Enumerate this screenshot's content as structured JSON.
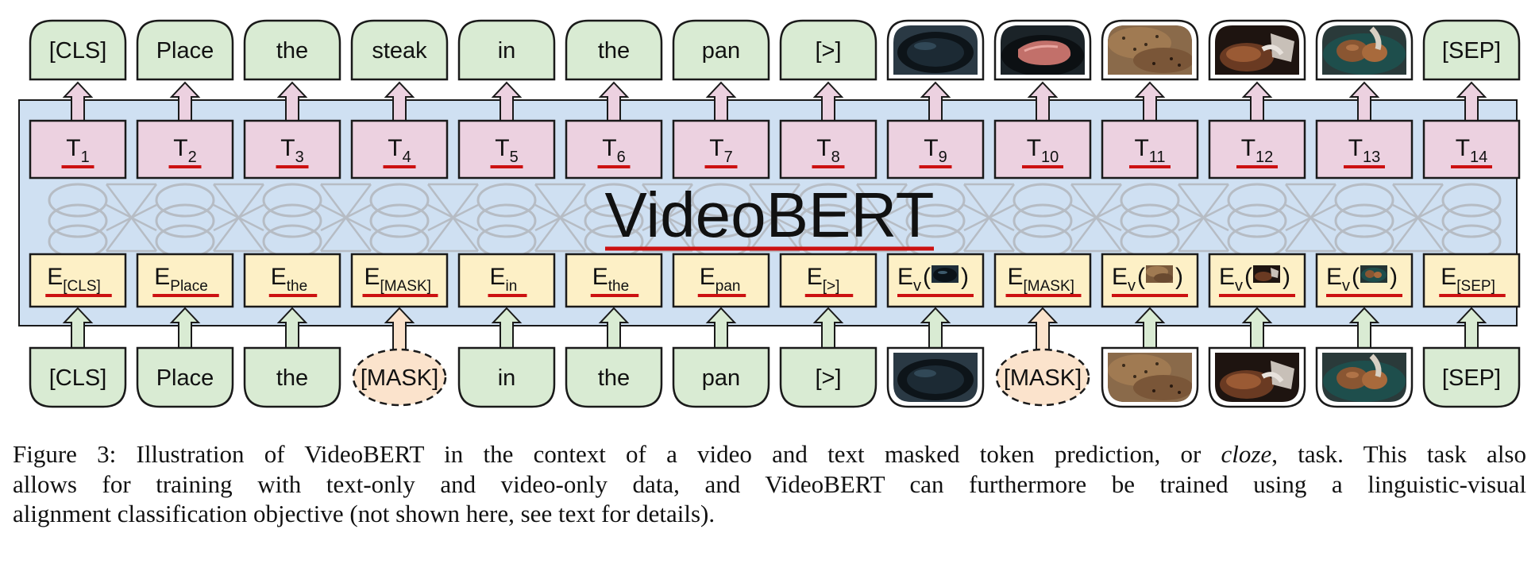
{
  "model_label": "VideoBERT",
  "output_tokens": [
    {
      "kind": "text",
      "label": "[CLS]"
    },
    {
      "kind": "text",
      "label": "Place"
    },
    {
      "kind": "text",
      "label": "the"
    },
    {
      "kind": "text",
      "label": "steak"
    },
    {
      "kind": "text",
      "label": "in"
    },
    {
      "kind": "text",
      "label": "the"
    },
    {
      "kind": "text",
      "label": "pan"
    },
    {
      "kind": "text",
      "label": "[>]"
    },
    {
      "kind": "video",
      "scene": "empty-pan"
    },
    {
      "kind": "video",
      "scene": "raw-steak"
    },
    {
      "kind": "video",
      "scene": "seasoned-steak"
    },
    {
      "kind": "video",
      "scene": "flipping-steak"
    },
    {
      "kind": "video",
      "scene": "steak-in-pan"
    },
    {
      "kind": "text",
      "label": "[SEP]"
    }
  ],
  "hidden_states": [
    {
      "base": "T",
      "sub": "1"
    },
    {
      "base": "T",
      "sub": "2"
    },
    {
      "base": "T",
      "sub": "3"
    },
    {
      "base": "T",
      "sub": "4"
    },
    {
      "base": "T",
      "sub": "5"
    },
    {
      "base": "T",
      "sub": "6"
    },
    {
      "base": "T",
      "sub": "7"
    },
    {
      "base": "T",
      "sub": "8"
    },
    {
      "base": "T",
      "sub": "9"
    },
    {
      "base": "T",
      "sub": "10"
    },
    {
      "base": "T",
      "sub": "11"
    },
    {
      "base": "T",
      "sub": "12"
    },
    {
      "base": "T",
      "sub": "13"
    },
    {
      "base": "T",
      "sub": "14"
    }
  ],
  "embeddings": [
    {
      "base": "E",
      "sub": "[CLS]"
    },
    {
      "base": "E",
      "sub": "Place"
    },
    {
      "base": "E",
      "sub": "the"
    },
    {
      "base": "E",
      "sub": "[MASK]"
    },
    {
      "base": "E",
      "sub": "in"
    },
    {
      "base": "E",
      "sub": "the"
    },
    {
      "base": "E",
      "sub": "pan"
    },
    {
      "base": "E",
      "sub": "[>]"
    },
    {
      "base": "E",
      "sub": "v",
      "video": "empty-pan"
    },
    {
      "base": "E",
      "sub": "[MASK]"
    },
    {
      "base": "E",
      "sub": "v",
      "video": "seasoned-steak"
    },
    {
      "base": "E",
      "sub": "v",
      "video": "flipping-steak"
    },
    {
      "base": "E",
      "sub": "v",
      "video": "steak-in-pan"
    },
    {
      "base": "E",
      "sub": "[SEP]"
    }
  ],
  "input_tokens": [
    {
      "kind": "text",
      "label": "[CLS]"
    },
    {
      "kind": "text",
      "label": "Place"
    },
    {
      "kind": "text",
      "label": "the"
    },
    {
      "kind": "mask",
      "label": "[MASK]"
    },
    {
      "kind": "text",
      "label": "in"
    },
    {
      "kind": "text",
      "label": "the"
    },
    {
      "kind": "text",
      "label": "pan"
    },
    {
      "kind": "text",
      "label": "[>]"
    },
    {
      "kind": "video",
      "scene": "empty-pan"
    },
    {
      "kind": "mask",
      "label": "[MASK]"
    },
    {
      "kind": "video",
      "scene": "seasoned-steak"
    },
    {
      "kind": "video",
      "scene": "flipping-steak"
    },
    {
      "kind": "video",
      "scene": "steak-in-pan"
    },
    {
      "kind": "text",
      "label": "[SEP]"
    }
  ],
  "colors": {
    "token_fill": "#d9ebd3",
    "mask_fill": "#fbe3cc",
    "hidden_fill": "#ecd1e0",
    "embed_fill": "#fdf0c6",
    "arrow_up_fill": "#ecd1e0",
    "arrow_down_fill": "#d9ebd3",
    "arrow_mask_fill": "#fbe3cc",
    "panel_fill": "#cfe0f2",
    "underline": "#cc1111",
    "stroke": "#1a1a1a"
  },
  "caption": {
    "lines": [
      [
        "Figure 3: Illustration of VideoBERT in the context of a video and text masked token prediction, or ",
        {
          "i": "cloze"
        },
        ", task. This task also"
      ],
      [
        "allows for training with text-only and video-only data, and VideoBERT can furthermore be trained using a linguistic-visual"
      ],
      [
        "alignment classification objective (not shown here, see text for details)."
      ]
    ]
  }
}
